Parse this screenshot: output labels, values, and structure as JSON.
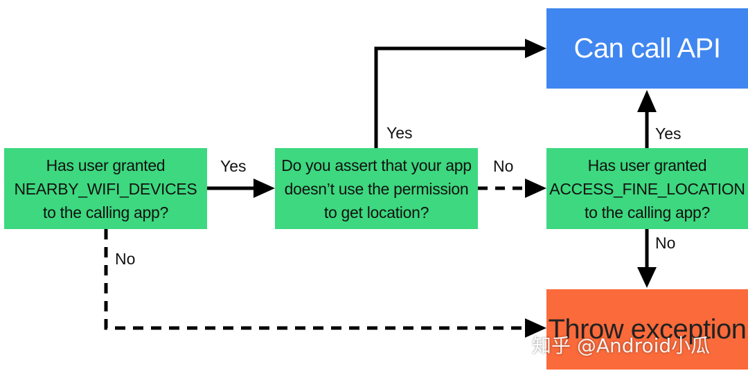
{
  "colors": {
    "decision": "#3dd87f",
    "success": "#3f86f0",
    "failure": "#fb6a3a",
    "arrow": "#000000"
  },
  "nodes": {
    "nearby_wifi": "Has user granted NEARBY_WIFI_DEVICES to the calling app?",
    "assert_location": "Do you assert that your app doesn’t use the permission to get location?",
    "fine_location": "Has user granted ACCESS_FINE_LOCATION to the calling app?",
    "can_call_api": "Can call API",
    "throw_exception": "Throw exception"
  },
  "edges": {
    "nearby_yes": "Yes",
    "nearby_no": "No",
    "assert_yes": "Yes",
    "assert_no": "No",
    "fine_yes": "Yes",
    "fine_no": "No"
  },
  "watermark": "知乎 @Android小瓜"
}
